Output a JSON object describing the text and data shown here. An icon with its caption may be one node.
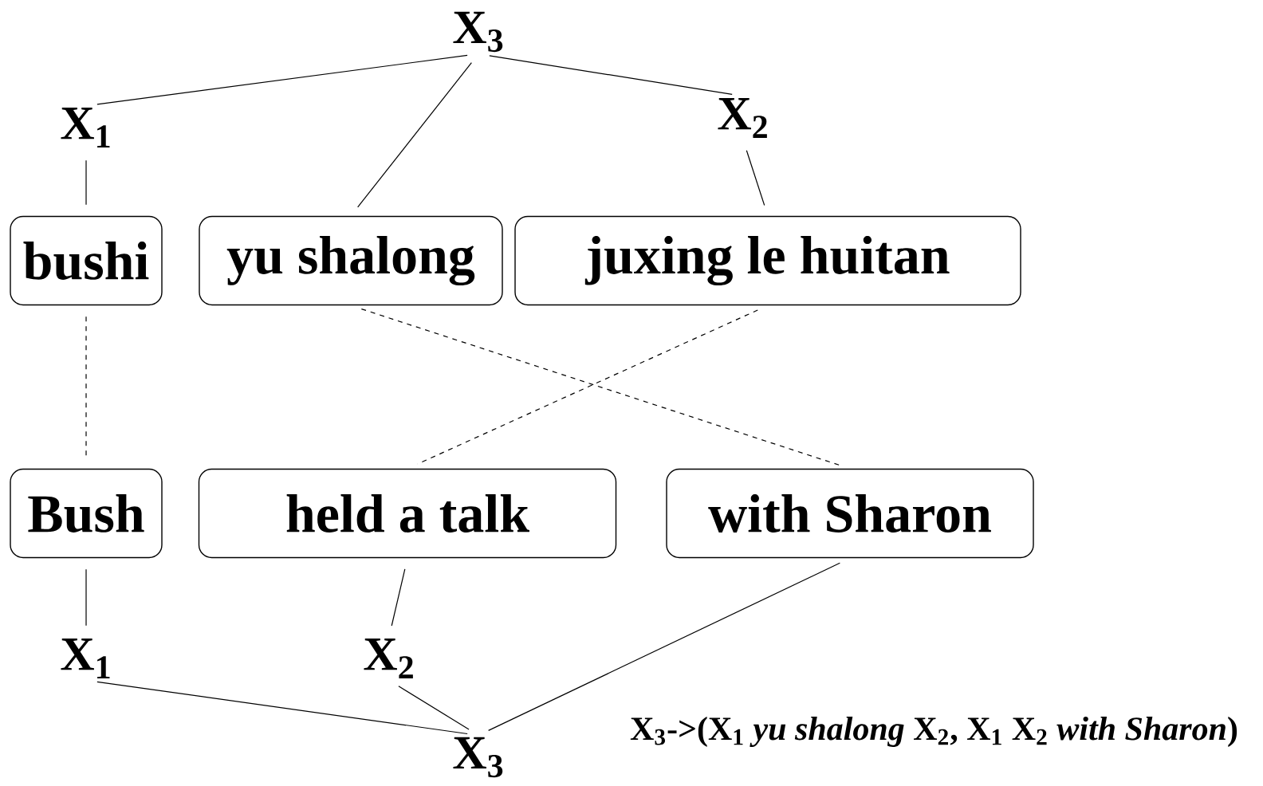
{
  "diagram": {
    "nodes": [
      {
        "text": [
          "X$_{3}$"
        ]
      },
      {
        "text": [
          "X$_{1}$"
        ]
      },
      {
        "text": [
          "X$_{2}$"
        ]
      },
      {
        "text": [
          "bushi"
        ]
      },
      {
        "text": [
          "yu shalong"
        ]
      },
      {
        "text": [
          "juxing le huitan"
        ]
      },
      {
        "text": [
          "Bush"
        ]
      },
      {
        "text": [
          "held a talk"
        ]
      },
      {
        "text": [
          "with Sharon"
        ]
      },
      {
        "text": [
          "X$_{1}$"
        ]
      },
      {
        "text": [
          "X$_{2}$"
        ]
      },
      {
        "text": [
          "X$_{3}$"
        ]
      }
    ],
    "edges": [
      {
        "from": 0,
        "to": 1,
        "arrow": "none"
      },
      {
        "from": 0,
        "to": 4,
        "arrow": "none"
      },
      {
        "from": 0,
        "to": 2,
        "arrow": "none"
      },
      {
        "from": 1,
        "to": 3,
        "arrow": "none"
      },
      {
        "from": 2,
        "to": 5,
        "arrow": "none"
      },
      {
        "from": 3,
        "to": 6,
        "arrow": "none",
        "style": "dashed"
      },
      {
        "from": 4,
        "to": 8,
        "arrow": "none",
        "style": "dashed"
      },
      {
        "from": 5,
        "to": 7,
        "arrow": "none",
        "style": "dashed"
      },
      {
        "from": 6,
        "to": 9,
        "arrow": "none"
      },
      {
        "from": 7,
        "to": 10,
        "arrow": "none"
      },
      {
        "from": 8,
        "to": 11,
        "arrow": "none"
      },
      {
        "from": 9,
        "to": 11,
        "arrow": "none"
      },
      {
        "from": 10,
        "to": 11,
        "arrow": "none"
      }
    ],
    "labels": [
      "X$_{3}$->(X$_{1}$ *yu shalong* X$_{2}$, X$_{1}$ X$_{2}$ *with Sharon*)"
    ]
  }
}
